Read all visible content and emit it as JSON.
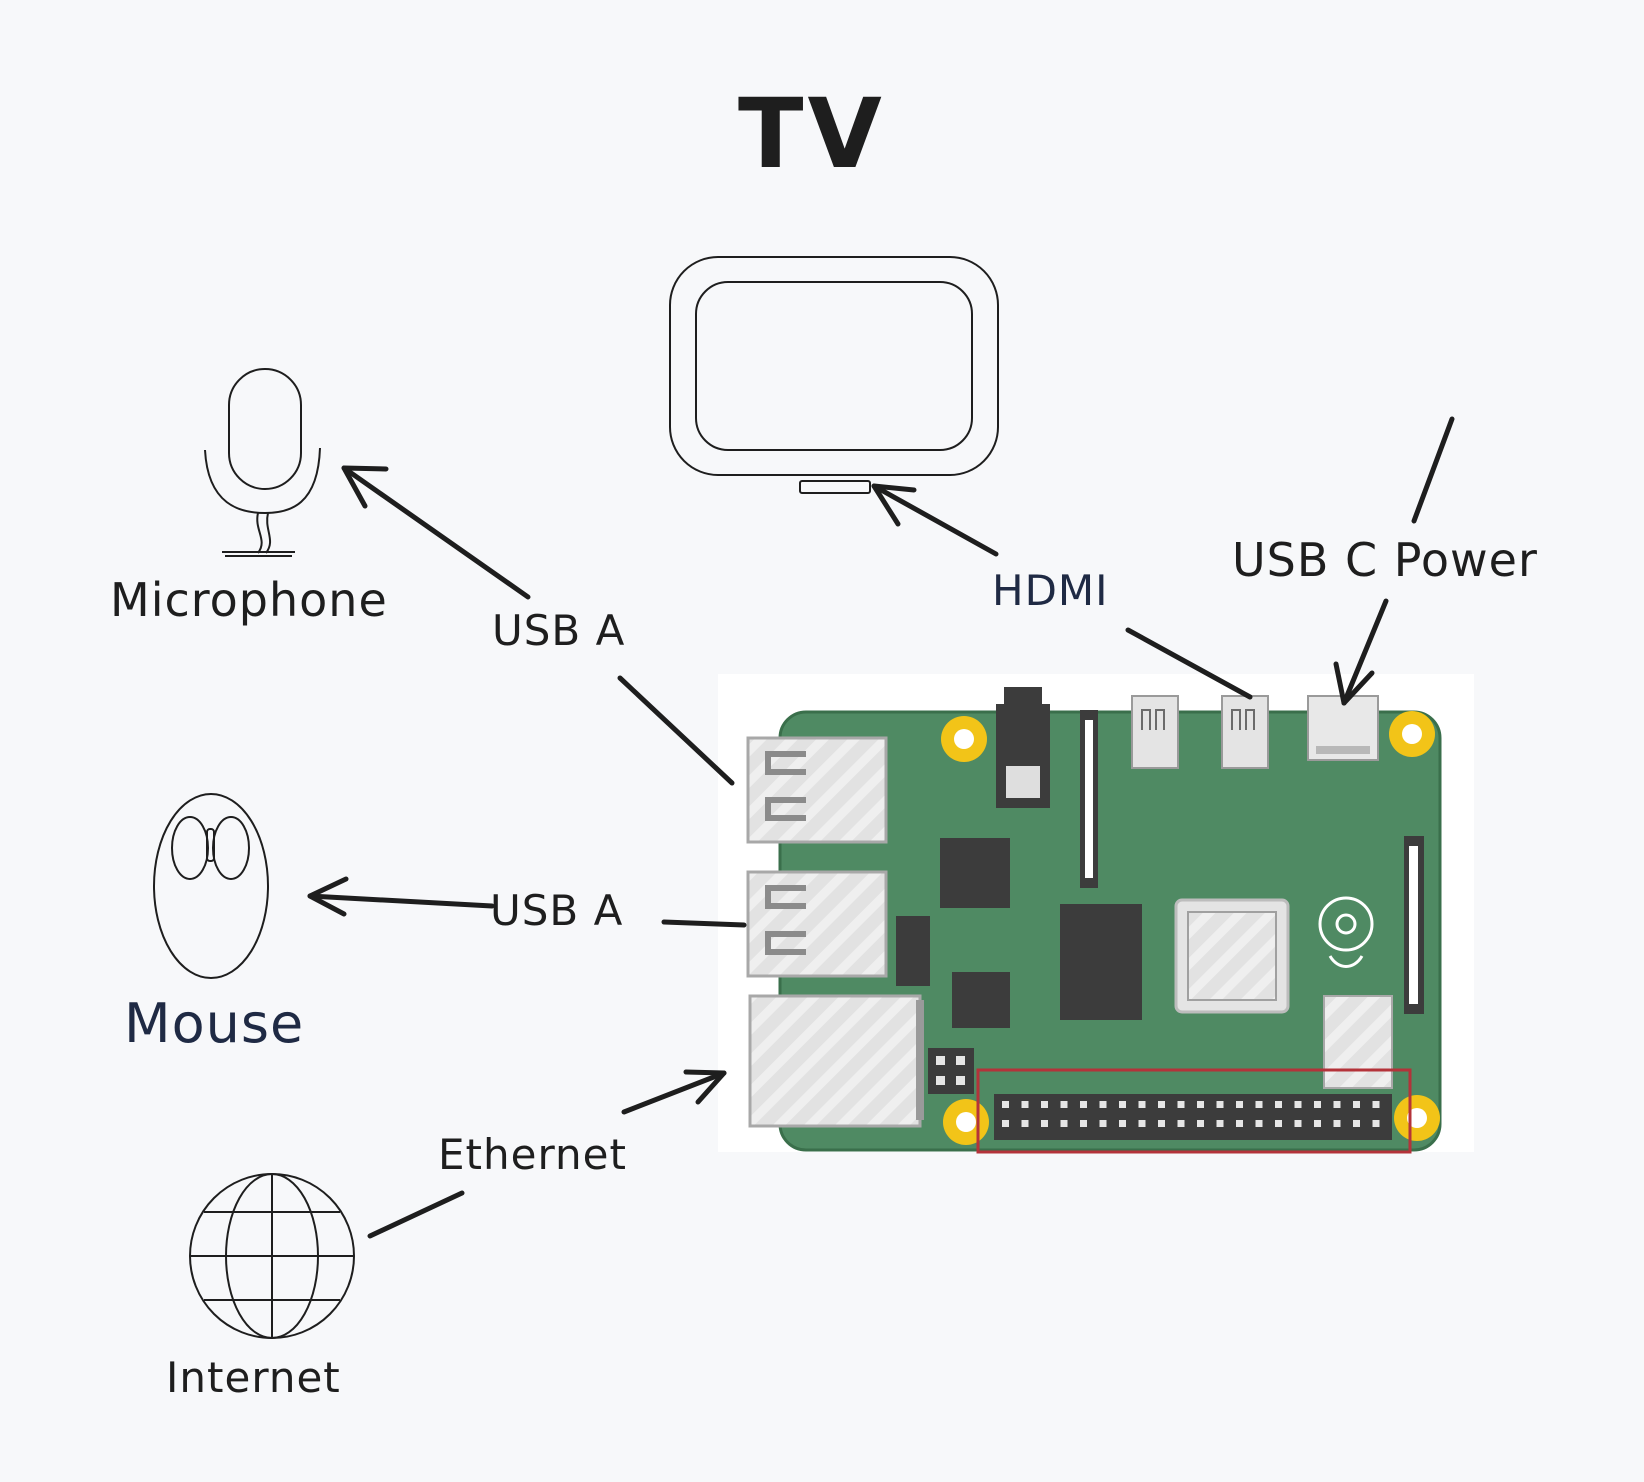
{
  "title": "TV",
  "devices": {
    "microphone": "Microphone",
    "mouse": "Mouse",
    "internet": "Internet"
  },
  "connections": {
    "usb_a_microphone": "USB A",
    "usb_a_mouse": "USB A",
    "hdmi": "HDMI",
    "usb_c_power": "USB C Power",
    "ethernet": "Ethernet"
  },
  "colors": {
    "background": "#f7f8fa",
    "ink": "#1e1e1e",
    "board": "#4f8a63",
    "port_metal": "#d6d6d6",
    "mount_hole": "#f2c418",
    "gpio_outline": "#b4333a"
  }
}
